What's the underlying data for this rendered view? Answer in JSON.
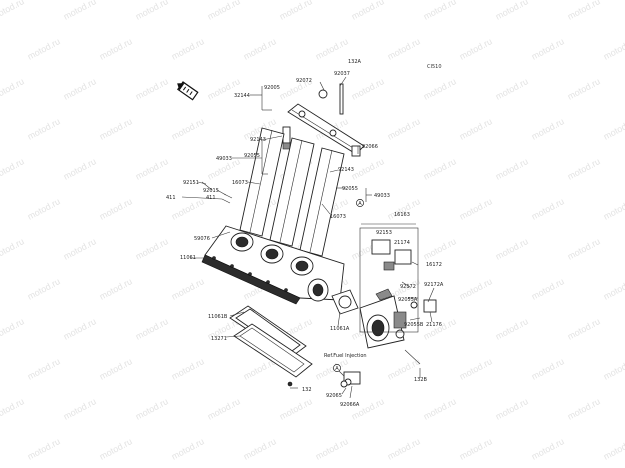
{
  "diagram": {
    "code": "CI510",
    "watermark": "motod.ru",
    "note": "Ref.Fuel Injection",
    "callout_a": "A",
    "labels": {
      "l132A": "132A",
      "l92037": "92037",
      "l92072": "92072",
      "l92005": "92005",
      "l32144": "32144",
      "l92066": "92066",
      "l92143a": "92143",
      "l49033a": "49033",
      "l92055a": "92055",
      "l16073a": "16073",
      "l92151": "92151",
      "l92015": "92015",
      "l411a": "411",
      "l411b": "411",
      "l92143b": "92143",
      "l92055b": "92055",
      "l49033b": "49033",
      "l16073b": "16073",
      "l16163": "16163",
      "l92153": "92153",
      "l21174": "21174",
      "l16172": "16172",
      "l92172": "92172",
      "l92172A": "92172A",
      "l92055A": "92055A",
      "l92055B": "92055B",
      "l21176": "21176",
      "l59076": "59076",
      "l11061": "11061",
      "l11061A": "11061A",
      "l11061B": "11061B",
      "l13271": "13271",
      "l132": "132",
      "l132B": "132B",
      "l92065": "92065",
      "l92066A": "92066A"
    }
  }
}
